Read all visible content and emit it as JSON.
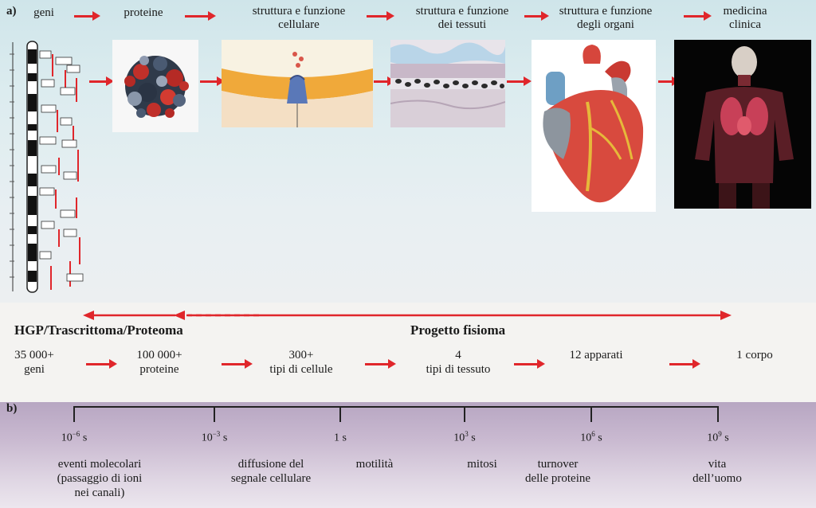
{
  "section_a": "a)",
  "section_b": "b)",
  "stages": [
    {
      "label": "geni"
    },
    {
      "label": "proteine"
    },
    {
      "label": "struttura e funzione\ncellulare"
    },
    {
      "label": "struttura e funzione\ndei tessuti"
    },
    {
      "label": "struttura e funzione\ndegli organi"
    },
    {
      "label": "medicina\nclinica"
    }
  ],
  "projects": {
    "hgp": "HGP/Trascrittoma/Proteoma",
    "physiome": "Progetto fisioma"
  },
  "counts": [
    {
      "value": "35 000+",
      "unit": "geni"
    },
    {
      "value": "100 000+",
      "unit": "proteine"
    },
    {
      "value": "300+",
      "unit": "tipi di cellule"
    },
    {
      "value": "4",
      "unit": "tipi di tessuto"
    },
    {
      "value": "12 apparati",
      "unit": ""
    },
    {
      "value": "1 corpo",
      "unit": ""
    }
  ],
  "timescale": [
    {
      "base": "10",
      "exp": "−6",
      "unit": " s",
      "event": "eventi molecolari\n(passaggio di ioni\nnei canali)"
    },
    {
      "base": "10",
      "exp": "−3",
      "unit": " s",
      "event": "diffusione del\nsegnale cellulare"
    },
    {
      "base": "1",
      "exp": "",
      "unit": " s",
      "event": "motilità"
    },
    {
      "base": "10",
      "exp": "3",
      "unit": " s",
      "event": "mitosi"
    },
    {
      "base": "10",
      "exp": "6",
      "unit": " s",
      "event": "turnover\ndelle proteine"
    },
    {
      "base": "10",
      "exp": "9",
      "unit": " s",
      "event": "vita\ndell’uomo"
    }
  ],
  "colors": {
    "arrow": "#e0262b",
    "timeline_band": "#b7a6c2"
  },
  "icons": [
    "chromosome-map-icon",
    "protein-structure-icon",
    "cell-membrane-icon",
    "tissue-section-icon",
    "heart-icon",
    "human-body-icon"
  ]
}
